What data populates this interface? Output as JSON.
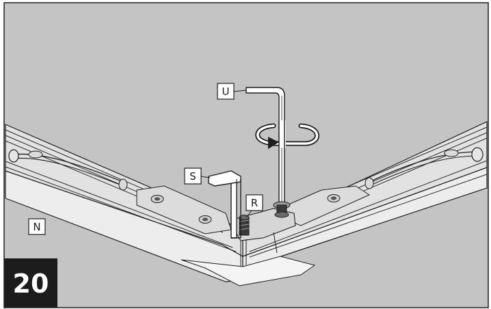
{
  "step_number": "20",
  "labels": {
    "u": "U",
    "s": "S",
    "r": "R",
    "n": "N"
  },
  "colors": {
    "background": "#c4c4c4",
    "frame": "#ececec",
    "line": "#1e1e1e",
    "badge": "#1c1c1c"
  },
  "icons": {
    "rotation": "rotation-arrow-icon",
    "hex_key_long": "allen-key-icon",
    "hex_key_short": "allen-key-icon"
  }
}
